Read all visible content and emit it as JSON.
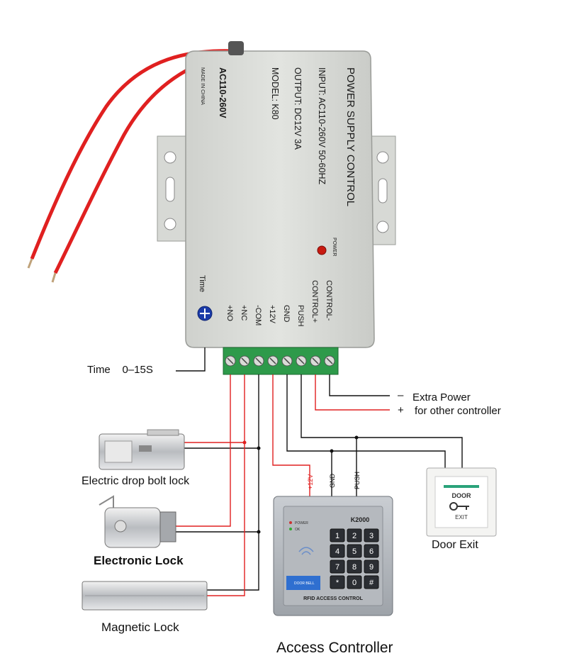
{
  "psu": {
    "title": "POWER SUPPLY CONTROL",
    "input": "INPUT: AC110-260V 50-60HZ",
    "output": "OUTPUT: DC12V 3A",
    "model": "MODEL: K80",
    "ac_range": "AC110-260V",
    "made_in": "MADE IN CHINA",
    "power_led_label": "POWER",
    "time_label": "Time",
    "terminals": [
      "+NO",
      "+NC",
      "-COM",
      "+12V",
      "GND",
      "PUSH",
      "CONTROL+",
      "CONTROL-"
    ]
  },
  "labels": {
    "time_setting": "Time    0–15S",
    "extra_minus": "–",
    "extra_power": "Extra Power",
    "extra_plus": "+",
    "for_other": "for other controller",
    "drop_bolt": "Electric drop bolt  lock",
    "electronic_lock": "Electronic Lock",
    "magnetic_lock": "Magnetic Lock",
    "door_exit": "Door Exit",
    "access_controller": "Access Controller",
    "wire_12v": "+12V",
    "wire_gnd": "GND",
    "wire_push": "PUSH"
  },
  "door_button": {
    "top": "DOOR",
    "bottom": "EXIT"
  },
  "keypad": {
    "model": "K2000",
    "power_led": "POWER",
    "ok_led": "OK",
    "bell": "DOOR BELL",
    "footer": "RFID ACCESS CONTROL",
    "keys": [
      "1",
      "2",
      "3",
      "4",
      "5",
      "6",
      "7",
      "8",
      "9",
      "*",
      "0",
      "#"
    ]
  },
  "colors": {
    "red_wire": "#e02020",
    "black_wire": "#111111",
    "psu_body": "#d8dad6",
    "terminal_green": "#2e9a4a"
  }
}
